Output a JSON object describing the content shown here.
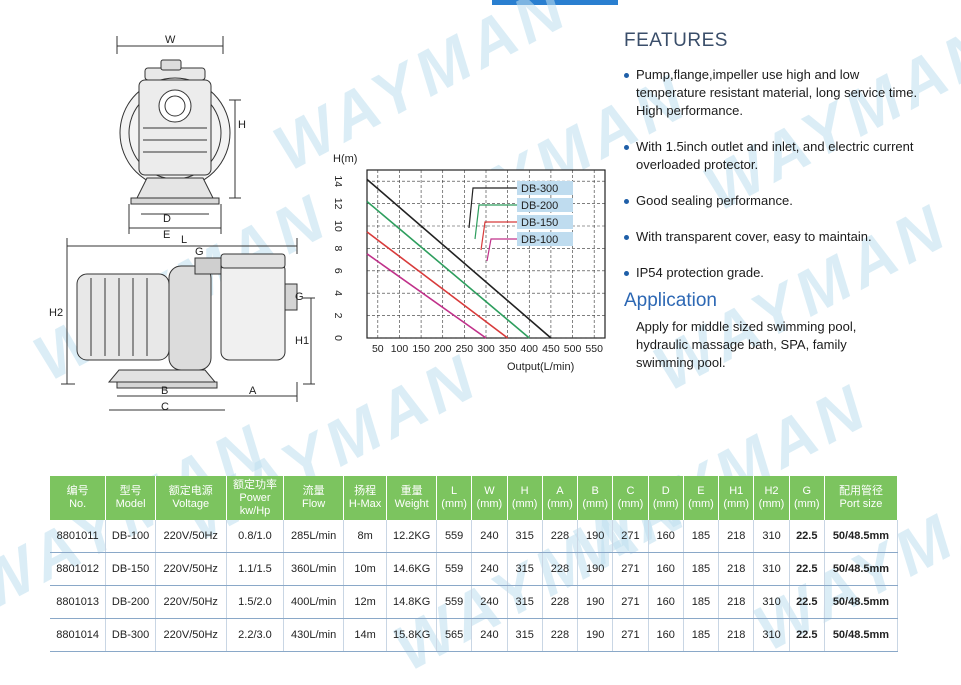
{
  "watermark": "WAYMAN",
  "drawings": {
    "front": {
      "w": "W",
      "h": "H",
      "d": "D",
      "e": "E"
    },
    "side": {
      "l": "L",
      "g_top": "G",
      "g_right": "G",
      "h1": "H1",
      "h2": "H2",
      "b": "B",
      "c": "C",
      "a": "A"
    }
  },
  "chart_data": {
    "type": "line",
    "ylabel": "H(m)",
    "xlabel": "Output(L/min)",
    "x_ticks": [
      "50",
      "100",
      "150",
      "200",
      "250",
      "300",
      "350",
      "400",
      "450",
      "500",
      "550"
    ],
    "y_ticks": [
      "0",
      "2",
      "4",
      "6",
      "8",
      "10",
      "12",
      "14"
    ],
    "xlim": [
      25,
      575
    ],
    "ylim": [
      0,
      15
    ],
    "grid": true,
    "legend_position": "right",
    "series": [
      {
        "name": "DB-300",
        "color": "#222222",
        "x": [
          0,
          450
        ],
        "y": [
          15,
          0
        ]
      },
      {
        "name": "DB-200",
        "color": "#2e9e5e",
        "x": [
          0,
          400
        ],
        "y": [
          13,
          0
        ]
      },
      {
        "name": "DB-150",
        "color": "#d83b3b",
        "x": [
          0,
          350
        ],
        "y": [
          10.2,
          0
        ]
      },
      {
        "name": "DB-100",
        "color": "#c0318a",
        "x": [
          0,
          300
        ],
        "y": [
          8.2,
          0
        ]
      }
    ]
  },
  "features": {
    "title": "FEATURES",
    "items": [
      "Pump,flange,impeller use high and low temperature resistant material, long service time. High performance.",
      "With 1.5inch outlet and inlet, and electric current overloaded protector.",
      "Good sealing performance.",
      "With transparent cover, easy to maintain.",
      "IP54 protection grade."
    ]
  },
  "application": {
    "title": "Application",
    "text": "Apply for middle sized swimming pool, hydraulic massage bath, SPA, family swimming pool."
  },
  "table": {
    "headers": [
      [
        "编号",
        "No."
      ],
      [
        "型号",
        "Model"
      ],
      [
        "额定电源",
        "Voltage"
      ],
      [
        "额定功率",
        "Power",
        "kw/Hp"
      ],
      [
        "流量",
        "Flow"
      ],
      [
        "扬程",
        "H-Max"
      ],
      [
        "重量",
        "Weight"
      ],
      [
        "L",
        "(mm)"
      ],
      [
        "W",
        "(mm)"
      ],
      [
        "H",
        "(mm)"
      ],
      [
        "A",
        "(mm)"
      ],
      [
        "B",
        "(mm)"
      ],
      [
        "C",
        "(mm)"
      ],
      [
        "D",
        "(mm)"
      ],
      [
        "E",
        "(mm)"
      ],
      [
        "H1",
        "(mm)"
      ],
      [
        "H2",
        "(mm)"
      ],
      [
        "G",
        "(mm)"
      ],
      [
        "配用管径",
        "Port size"
      ]
    ],
    "rows": [
      [
        "8801011",
        "DB-100",
        "220V/50Hz",
        "0.8/1.0",
        "285L/min",
        "8m",
        "12.2KG",
        "559",
        "240",
        "315",
        "228",
        "190",
        "271",
        "160",
        "185",
        "218",
        "310",
        "22.5",
        "50/48.5mm"
      ],
      [
        "8801012",
        "DB-150",
        "220V/50Hz",
        "1.1/1.5",
        "360L/min",
        "10m",
        "14.6KG",
        "559",
        "240",
        "315",
        "228",
        "190",
        "271",
        "160",
        "185",
        "218",
        "310",
        "22.5",
        "50/48.5mm"
      ],
      [
        "8801013",
        "DB-200",
        "220V/50Hz",
        "1.5/2.0",
        "400L/min",
        "12m",
        "14.8KG",
        "559",
        "240",
        "315",
        "228",
        "190",
        "271",
        "160",
        "185",
        "218",
        "310",
        "22.5",
        "50/48.5mm"
      ],
      [
        "8801014",
        "DB-300",
        "220V/50Hz",
        "2.2/3.0",
        "430L/min",
        "14m",
        "15.8KG",
        "565",
        "240",
        "315",
        "228",
        "190",
        "271",
        "160",
        "185",
        "218",
        "310",
        "22.5",
        "50/48.5mm"
      ]
    ]
  }
}
